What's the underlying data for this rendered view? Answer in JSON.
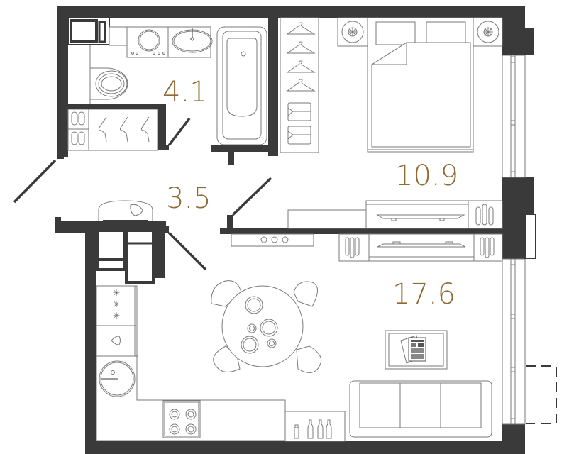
{
  "plan": {
    "accent_color": "#8e6a34",
    "wall_color": "#3a3a3a",
    "rooms": [
      {
        "id": "bathroom",
        "area": "4.1"
      },
      {
        "id": "hallway",
        "area": "3.5"
      },
      {
        "id": "bedroom",
        "area": "10.9"
      },
      {
        "id": "living-kitchen",
        "area": "17.6"
      }
    ],
    "icons": [
      "washing-machine-icon",
      "washbasin-icon",
      "toilet-icon",
      "bathtub-icon",
      "shoe-rack-icon",
      "coat-hanger-icon",
      "wardrobe-icon",
      "double-bed-icon",
      "bedside-lamp-icon",
      "tv-stand-icon",
      "fridge-icon",
      "sink-icon",
      "stove-icon",
      "dining-table-icon",
      "sofa-icon",
      "coffee-table-icon",
      "window-icon",
      "balcony-outline-icon"
    ]
  }
}
